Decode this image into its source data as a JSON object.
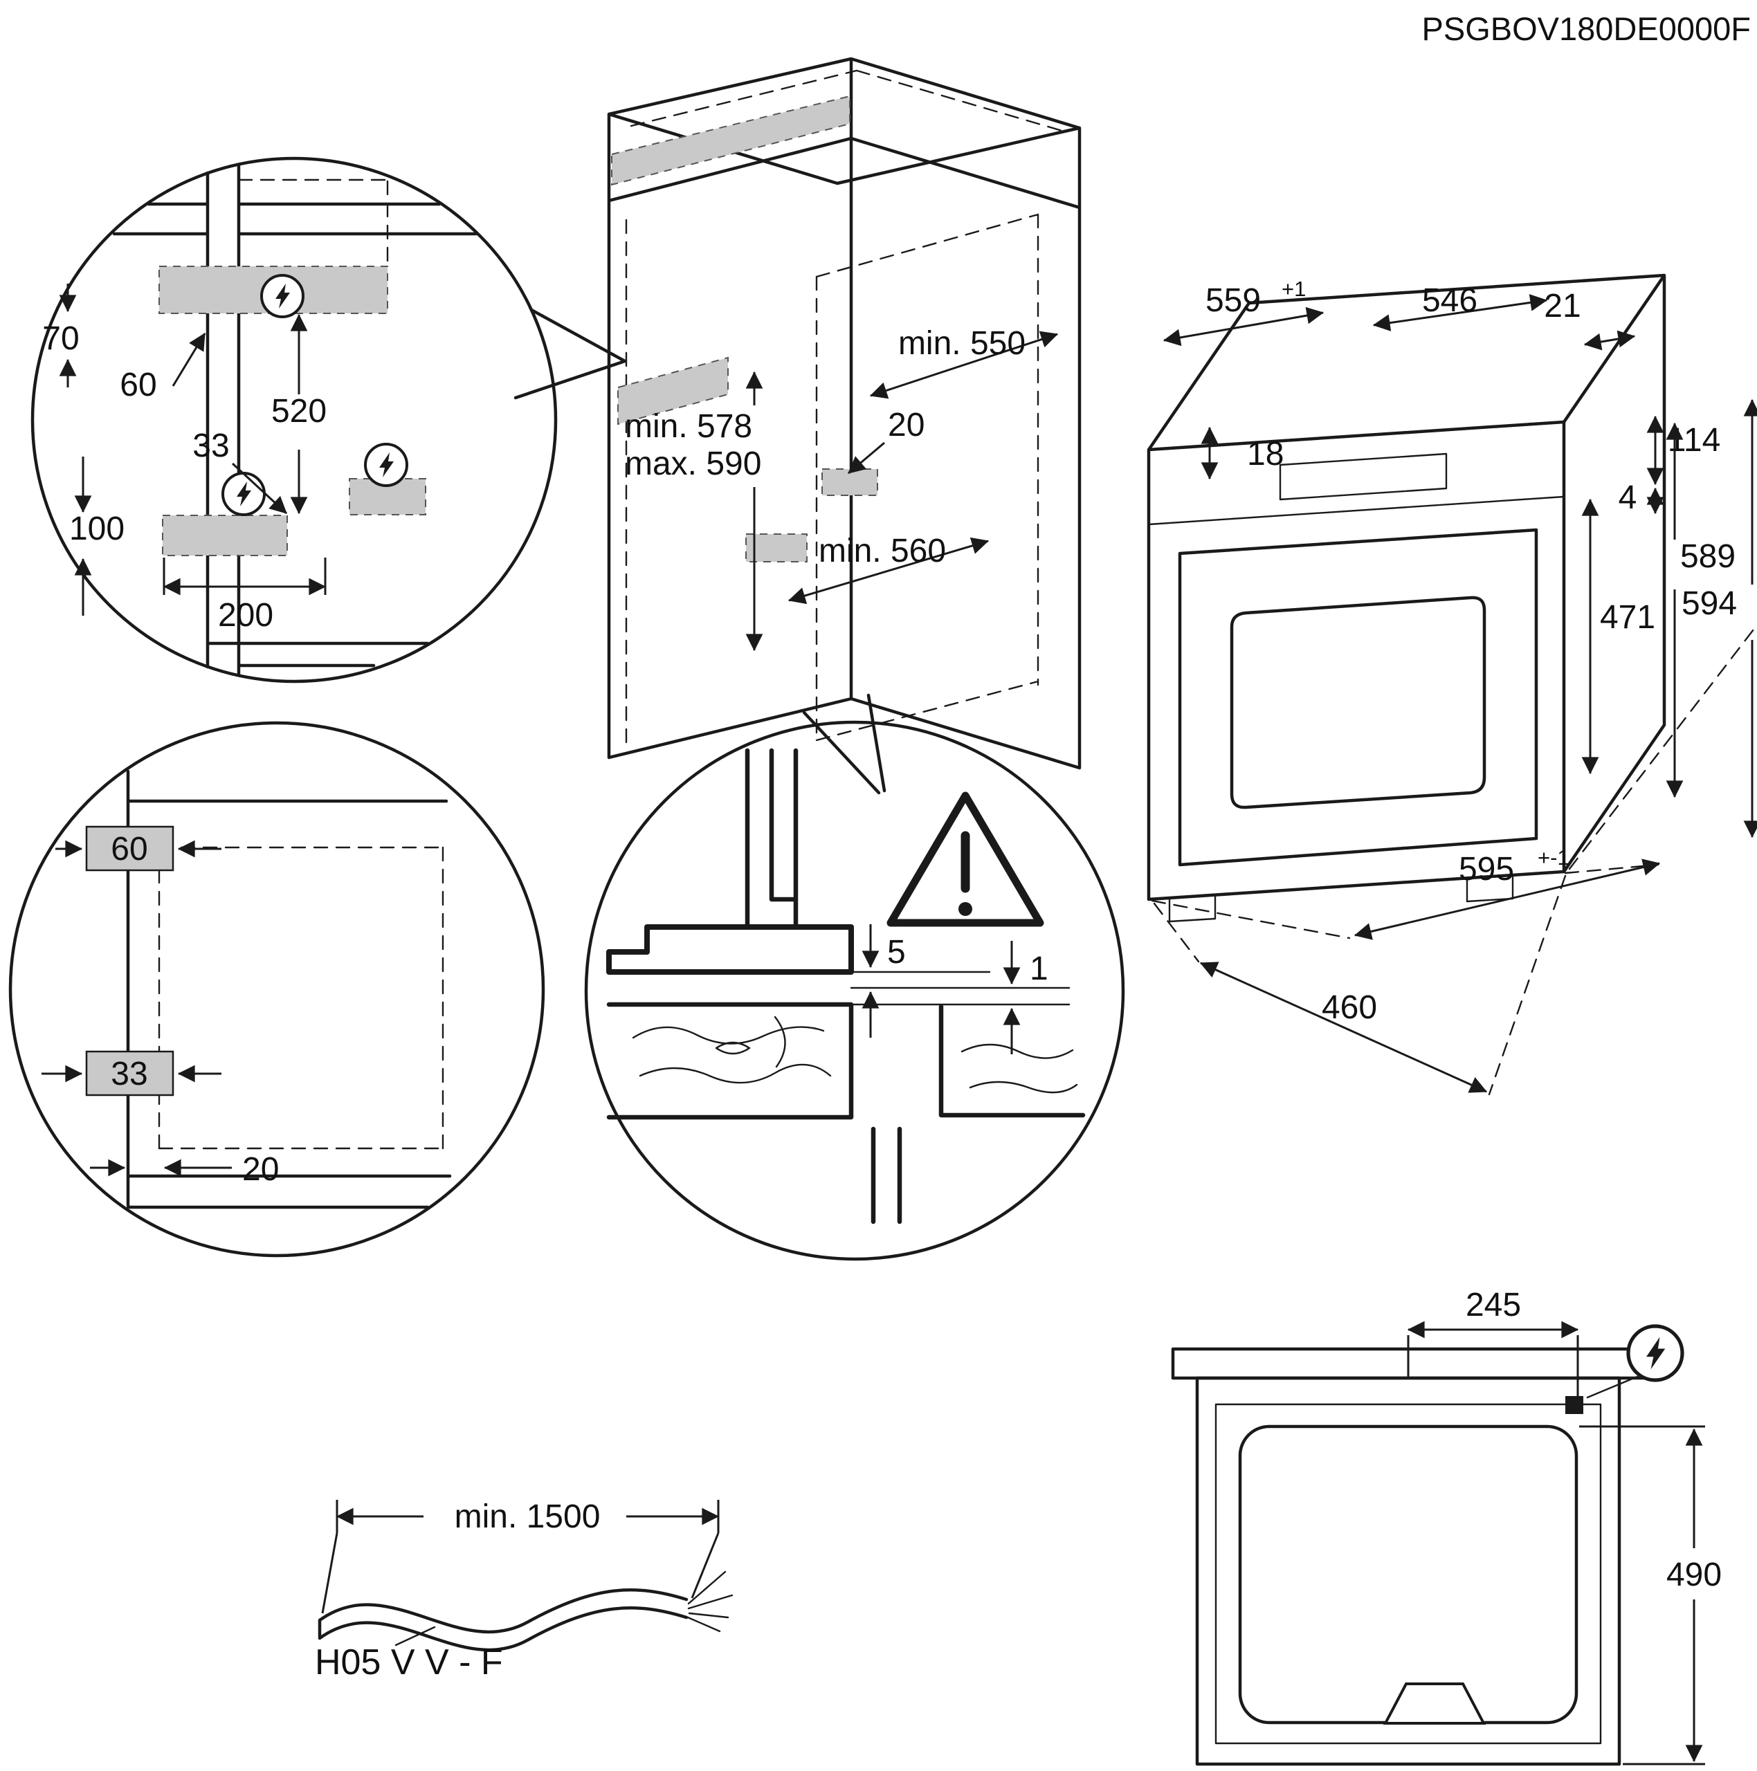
{
  "doc_code": "PSGBOV180DE0000F",
  "colors": {
    "line": "#1a1a1a",
    "zone": "#c9c9c9"
  },
  "niche_side_detail": {
    "top_gap": "70",
    "side_gap": "60",
    "zone_height": "520",
    "lower_offset": "33",
    "bottom_gap": "100",
    "bottom_width": "200"
  },
  "cabinet": {
    "width_top": "min. 550",
    "height_min": "min. 578",
    "height_max": "max. 590",
    "zone_offset": "20",
    "depth": "min. 560"
  },
  "oven": {
    "niche_width": "559",
    "niche_width_tol": "+1",
    "depth_body": "546",
    "overhang": "21",
    "top_inset": "18",
    "facia_height": "114",
    "gap": "4",
    "body_height": "589",
    "total_height": "594",
    "door_height": "471",
    "front_width": "595",
    "front_width_tol": "+-1",
    "depth_bottom": "460"
  },
  "niche_front_detail": {
    "zone_top": "60",
    "zone_bottom": "33",
    "edge_offset": "20"
  },
  "panel_gap_detail": {
    "recess": "5",
    "gap": "1"
  },
  "cable": {
    "length": "min. 1500",
    "type": "H05 V V - F"
  },
  "top_view": {
    "connection_offset": "245",
    "connection_depth": "490"
  }
}
